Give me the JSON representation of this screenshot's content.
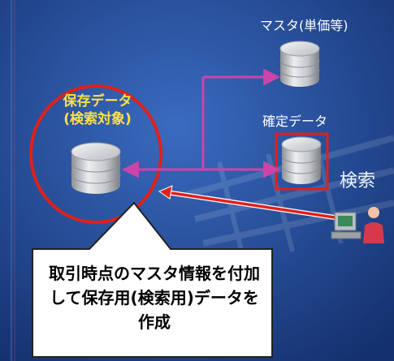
{
  "labels": {
    "master": "マスタ(単価等)",
    "confirmed": "確定データ",
    "search": "検索",
    "saved_line1": "保存データ",
    "saved_line2": "(検索対象)"
  },
  "callout": {
    "line1": "取引時点のマスタ情報を付加",
    "line2": "して保存用(検索用)データを",
    "line3": "作成"
  },
  "colors": {
    "background": "#1c3f86",
    "connector": "#cc44aa",
    "highlight_red": "#e0201a",
    "saved_label": "#ffe04a"
  }
}
